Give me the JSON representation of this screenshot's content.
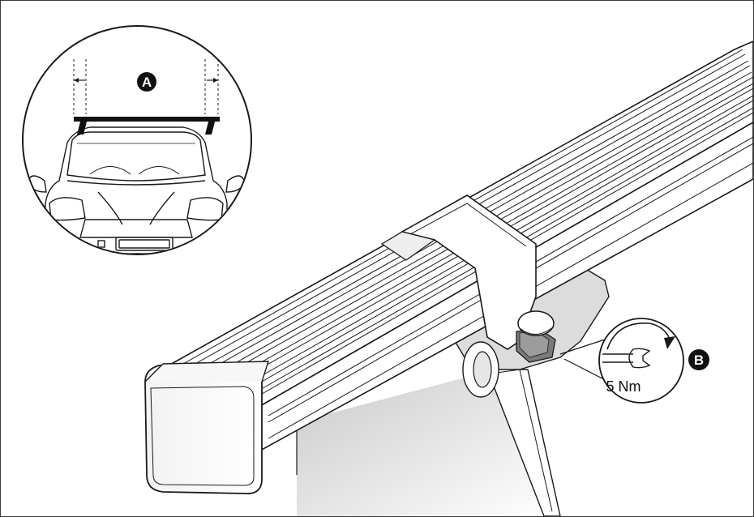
{
  "callouts": {
    "a": {
      "letter": "A"
    },
    "b": {
      "letter": "B"
    }
  },
  "torque": {
    "label": "5 Nm"
  },
  "icons": {
    "wrench": "wrench-icon",
    "rotation": "clockwise-arrow-icon",
    "dimension": "dimension-arrows-icon"
  },
  "colors": {
    "line": "#1a1a1a",
    "shade": "#d9d9d9",
    "badge": "#111111",
    "paper": "#ffffff"
  }
}
